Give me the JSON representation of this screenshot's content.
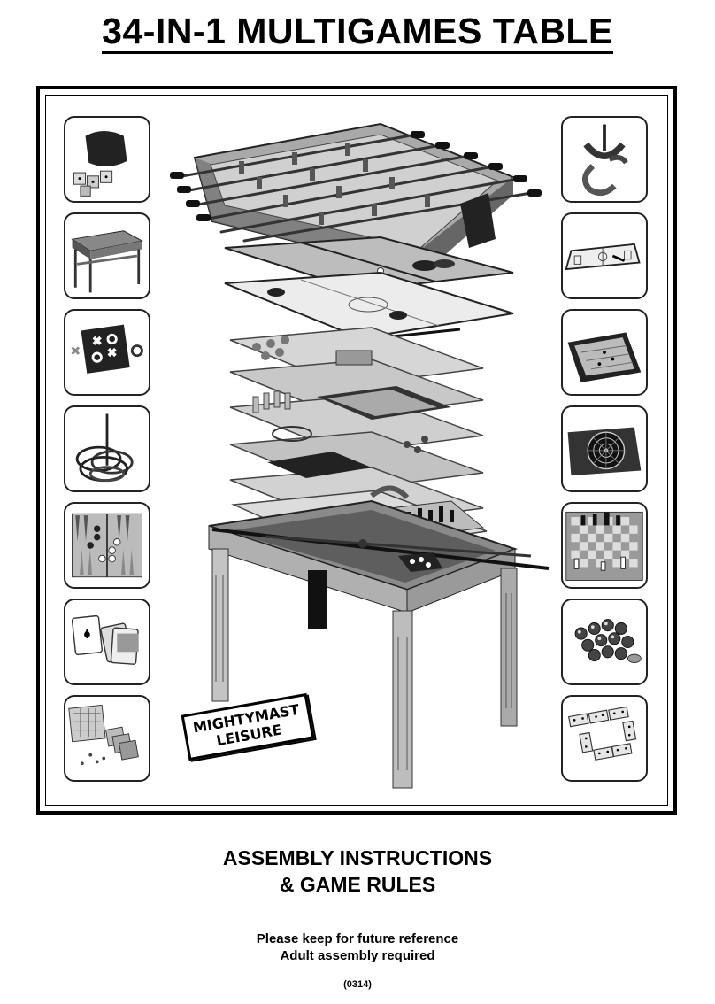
{
  "document": {
    "title": "34-IN-1 MULTIGAMES TABLE",
    "logo_line1": "MIGHTYMAST",
    "logo_line2": "LEISURE",
    "heading_line1": "ASSEMBLY INSTRUCTIONS",
    "heading_line2": "& GAME RULES",
    "note_line1": "Please keep for future reference",
    "note_line2": "Adult assembly required",
    "code": "(0314)"
  },
  "left_tiles": [
    "dice-icon",
    "football-table-icon",
    "tic-tac-toe-icon",
    "ring-toss-icon",
    "backgammon-icon",
    "playing-cards-icon",
    "snakes-ladders-icon"
  ],
  "right_tiles": [
    "horseshoe-icon",
    "air-hockey-icon",
    "board-game-icon",
    "dartboard-icon",
    "chess-icon",
    "marbles-icon",
    "dominoes-icon"
  ]
}
